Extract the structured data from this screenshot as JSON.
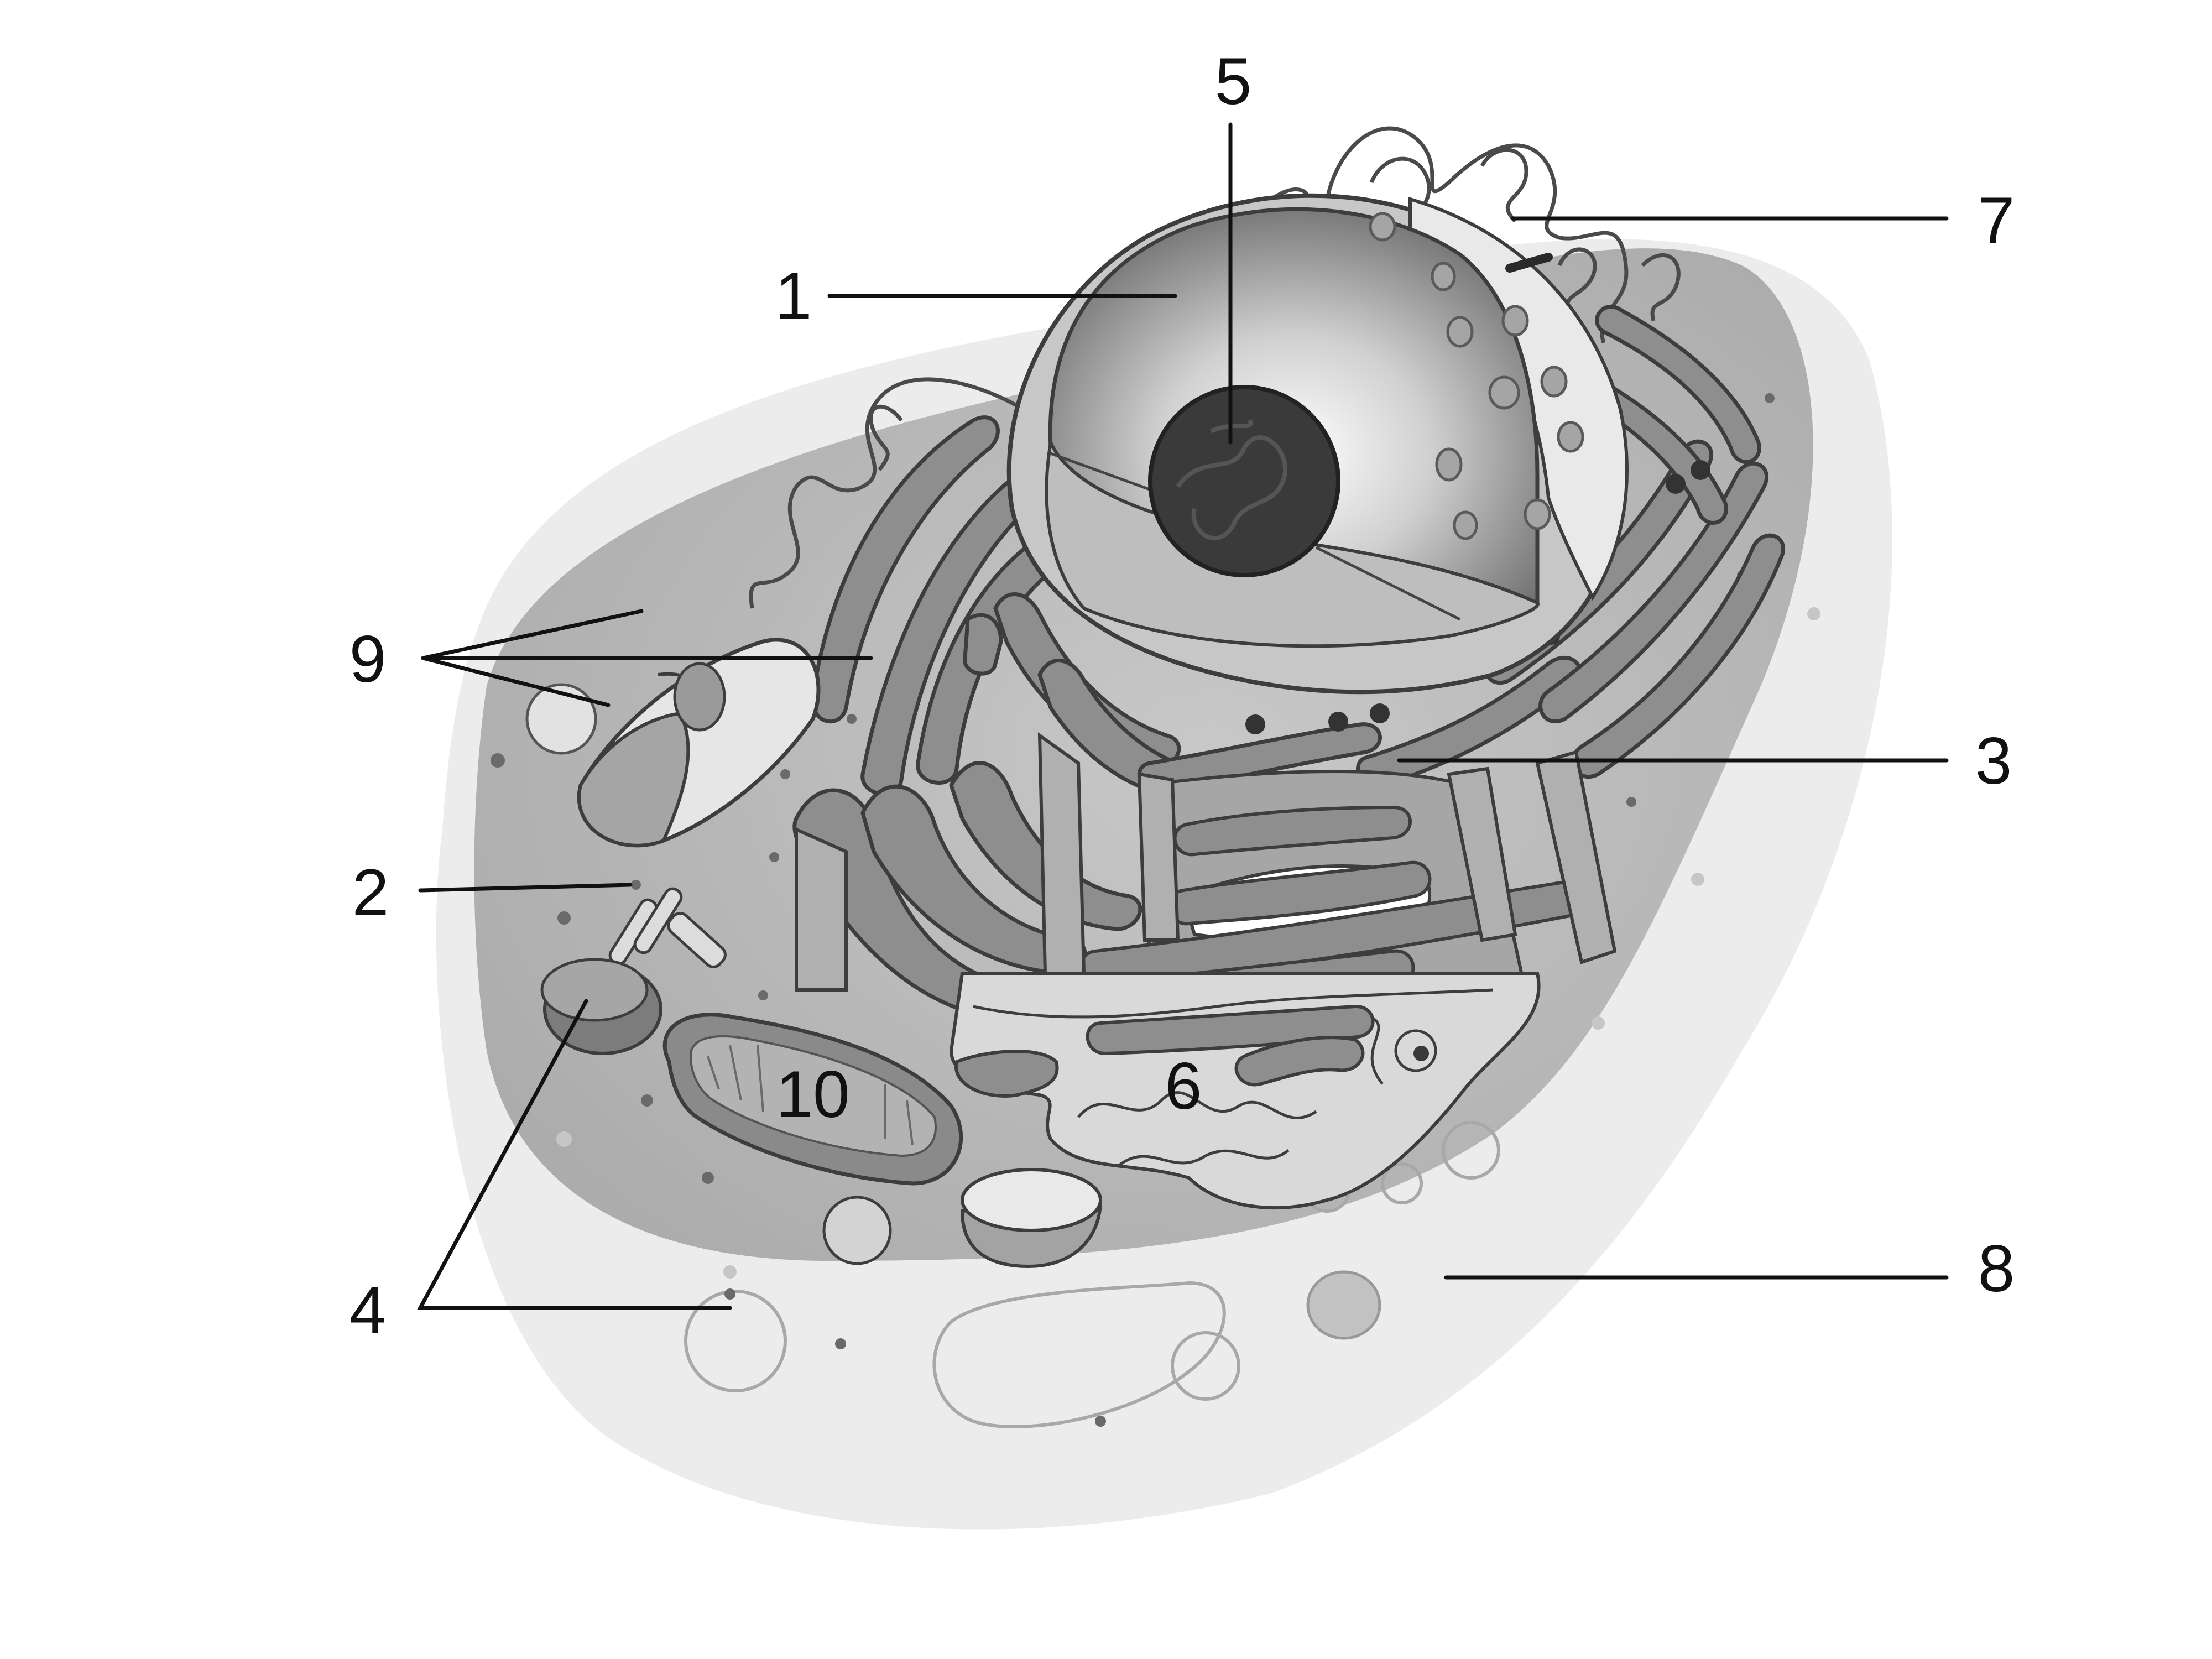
{
  "labels": {
    "l1": "1",
    "l2": "2",
    "l3": "3",
    "l4": "4",
    "l5": "5",
    "l6": "6",
    "l7": "7",
    "l8": "8",
    "l9": "9",
    "l10": "10"
  },
  "colors": {
    "background": "#ffffff",
    "outer_cytoplasm": "#ececec",
    "inner_cytoplasm": "#b9b9b9",
    "organelle": "#8e8e8e",
    "nucleolus": "#3a3a3a",
    "line": "#111111"
  }
}
